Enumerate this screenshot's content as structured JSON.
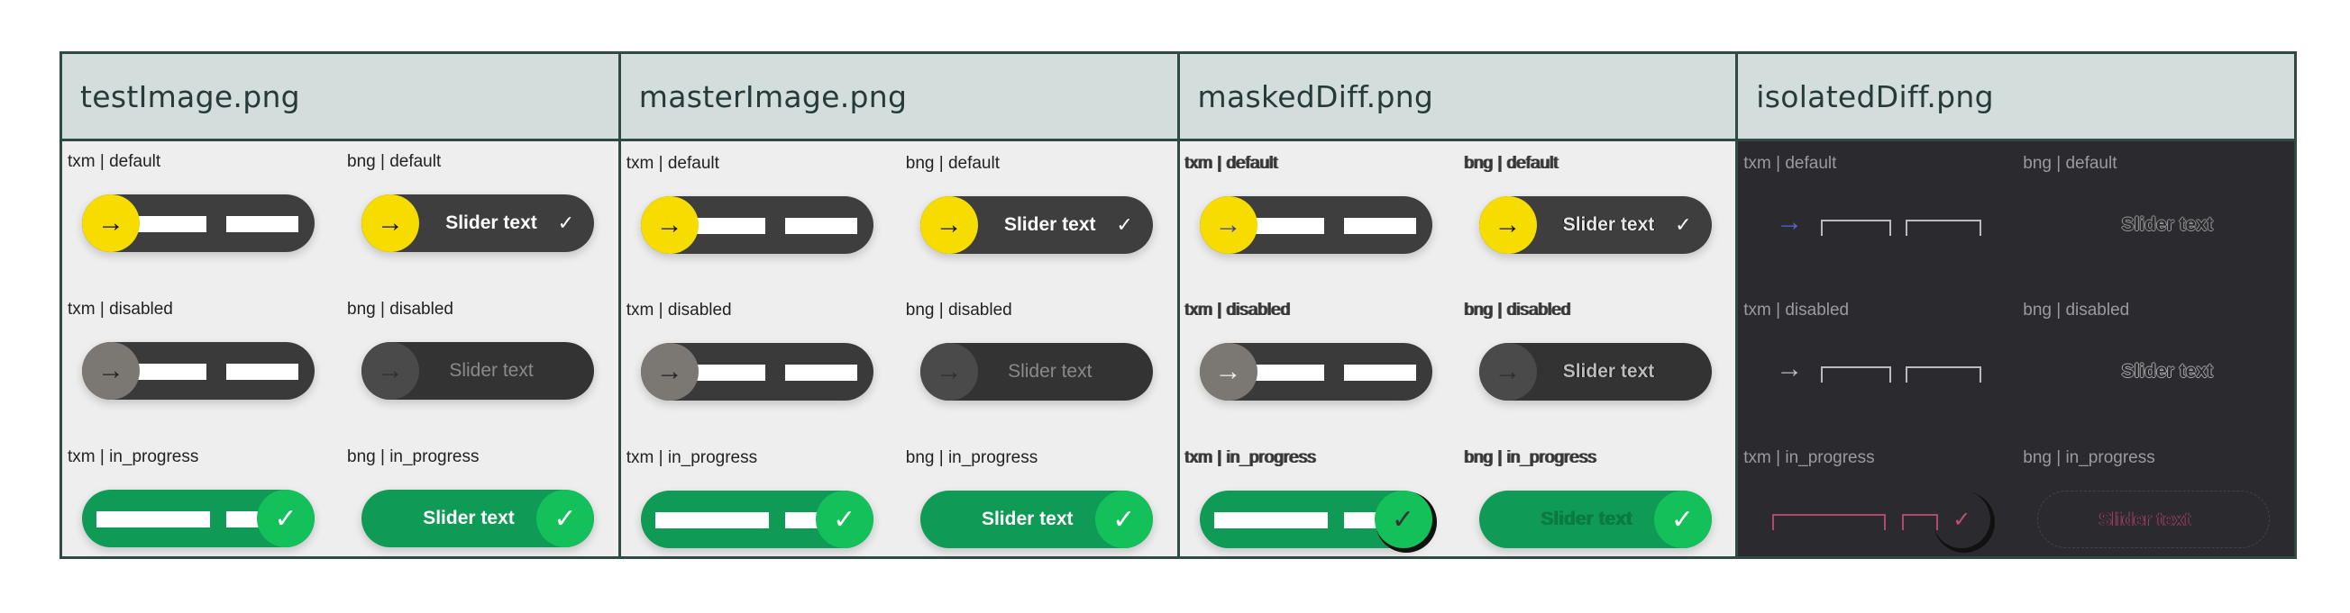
{
  "columns": [
    {
      "title": "testImage.png"
    },
    {
      "title": "masterImage.png"
    },
    {
      "title": "maskedDiff.png"
    },
    {
      "title": "isolatedDiff.png"
    }
  ],
  "labels": {
    "txm_default": "txm | default",
    "bng_default": "bng | default",
    "txm_disabled": "txm | disabled",
    "bng_disabled": "bng | disabled",
    "txm_in_progress": "txm | in_progress",
    "bng_in_progress": "bng | in_progress"
  },
  "slider_text": "Slider text",
  "icons": {
    "arrow": "arrow-right-icon",
    "check": "check-icon"
  },
  "colors": {
    "header_bg": "#d3dddc",
    "border": "#2f4a45",
    "yellow": "#f7dc00",
    "green": "#0f9a55",
    "green_knob": "#14c05a",
    "dark_slider": "#3e3e3f",
    "diff_bg": "#2b2a2f"
  }
}
